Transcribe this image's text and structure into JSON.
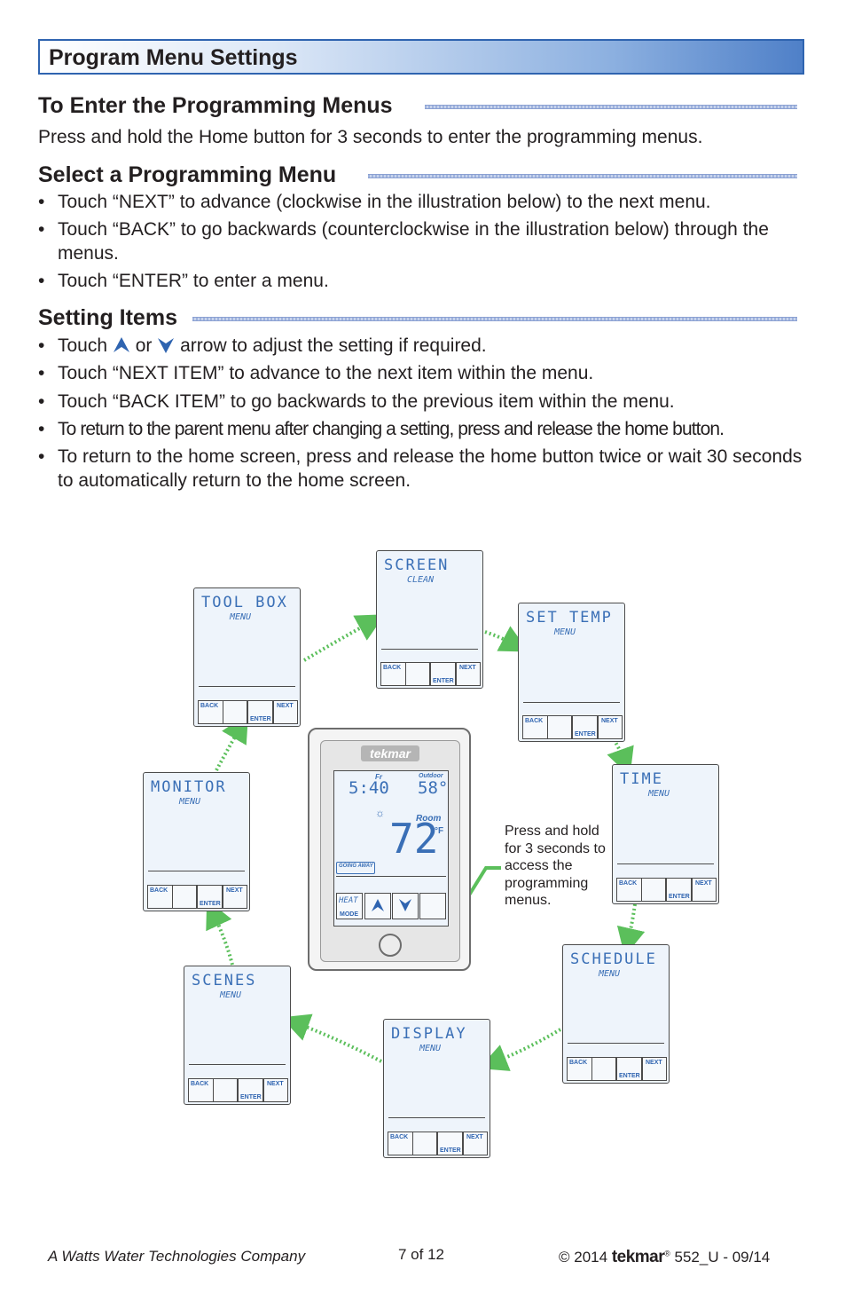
{
  "banner": {
    "title": "Program Menu Settings"
  },
  "sections": {
    "enter": {
      "heading": "To Enter the Programming Menus",
      "text": "Press and hold the Home button for 3 seconds to enter the programming menus."
    },
    "select": {
      "heading": "Select a Programming Menu",
      "bullets": [
        "Touch “NEXT” to advance (clockwise in the illustration below) to the next menu.",
        "Touch “BACK” to go backwards (counterclockwise in the illustration below) through the menus.",
        "Touch “ENTER” to enter a menu."
      ]
    },
    "setting": {
      "heading": "Setting Items",
      "b1_pre": "Touch",
      "b1_mid": "or",
      "b1_post": "arrow to adjust the setting if required.",
      "bullets": [
        "Touch “NEXT ITEM” to advance to the next item within the menu.",
        "Touch “BACK ITEM” to go backwards to the previous item within the menu.",
        "To return to the parent menu after changing a setting, press and release the home button.",
        "To return to the home screen, press and release the home button twice or wait 30 seconds to automatically return to the home screen."
      ]
    }
  },
  "bullet_char": "•",
  "buttons": {
    "back": "BACK",
    "next": "NEXT",
    "enter": "ENTER"
  },
  "menus": [
    {
      "line1": "SCREEN",
      "line2": "CLEAN"
    },
    {
      "line1": "SET TEMP",
      "line2": "MENU"
    },
    {
      "line1": "TIME",
      "line2": "MENU"
    },
    {
      "line1": "SCHEDULE",
      "line2": "MENU"
    },
    {
      "line1": "DISPLAY",
      "line2": "MENU"
    },
    {
      "line1": "SCENES",
      "line2": "MENU"
    },
    {
      "line1": "MONITOR",
      "line2": "MENU"
    },
    {
      "line1": "TOOL BOX",
      "line2": "MENU"
    }
  ],
  "thermostat": {
    "brand": "tekmar",
    "day": "Fr",
    "time": "5:40",
    "outdoor_label": "Outdoor",
    "outdoor_temp": "58°",
    "room_label": "Room",
    "room_temp": "72",
    "unit": "°F",
    "going_away": "GOING AWAY",
    "heat": "HEAT",
    "mode": "MODE"
  },
  "caption": "Press and hold for 3 seconds to access the programming menus.",
  "footer": {
    "company": "A Watts Water Technologies Company",
    "page": "7 of 12",
    "copyright": "© 2014",
    "brand": "tekmar",
    "reg": "®",
    "doc": "552_U - 09/14"
  },
  "colors": {
    "accent_blue": "#2f64b0",
    "lcd_blue": "#3a6fb6",
    "arrow_green": "#5bbf5b"
  }
}
